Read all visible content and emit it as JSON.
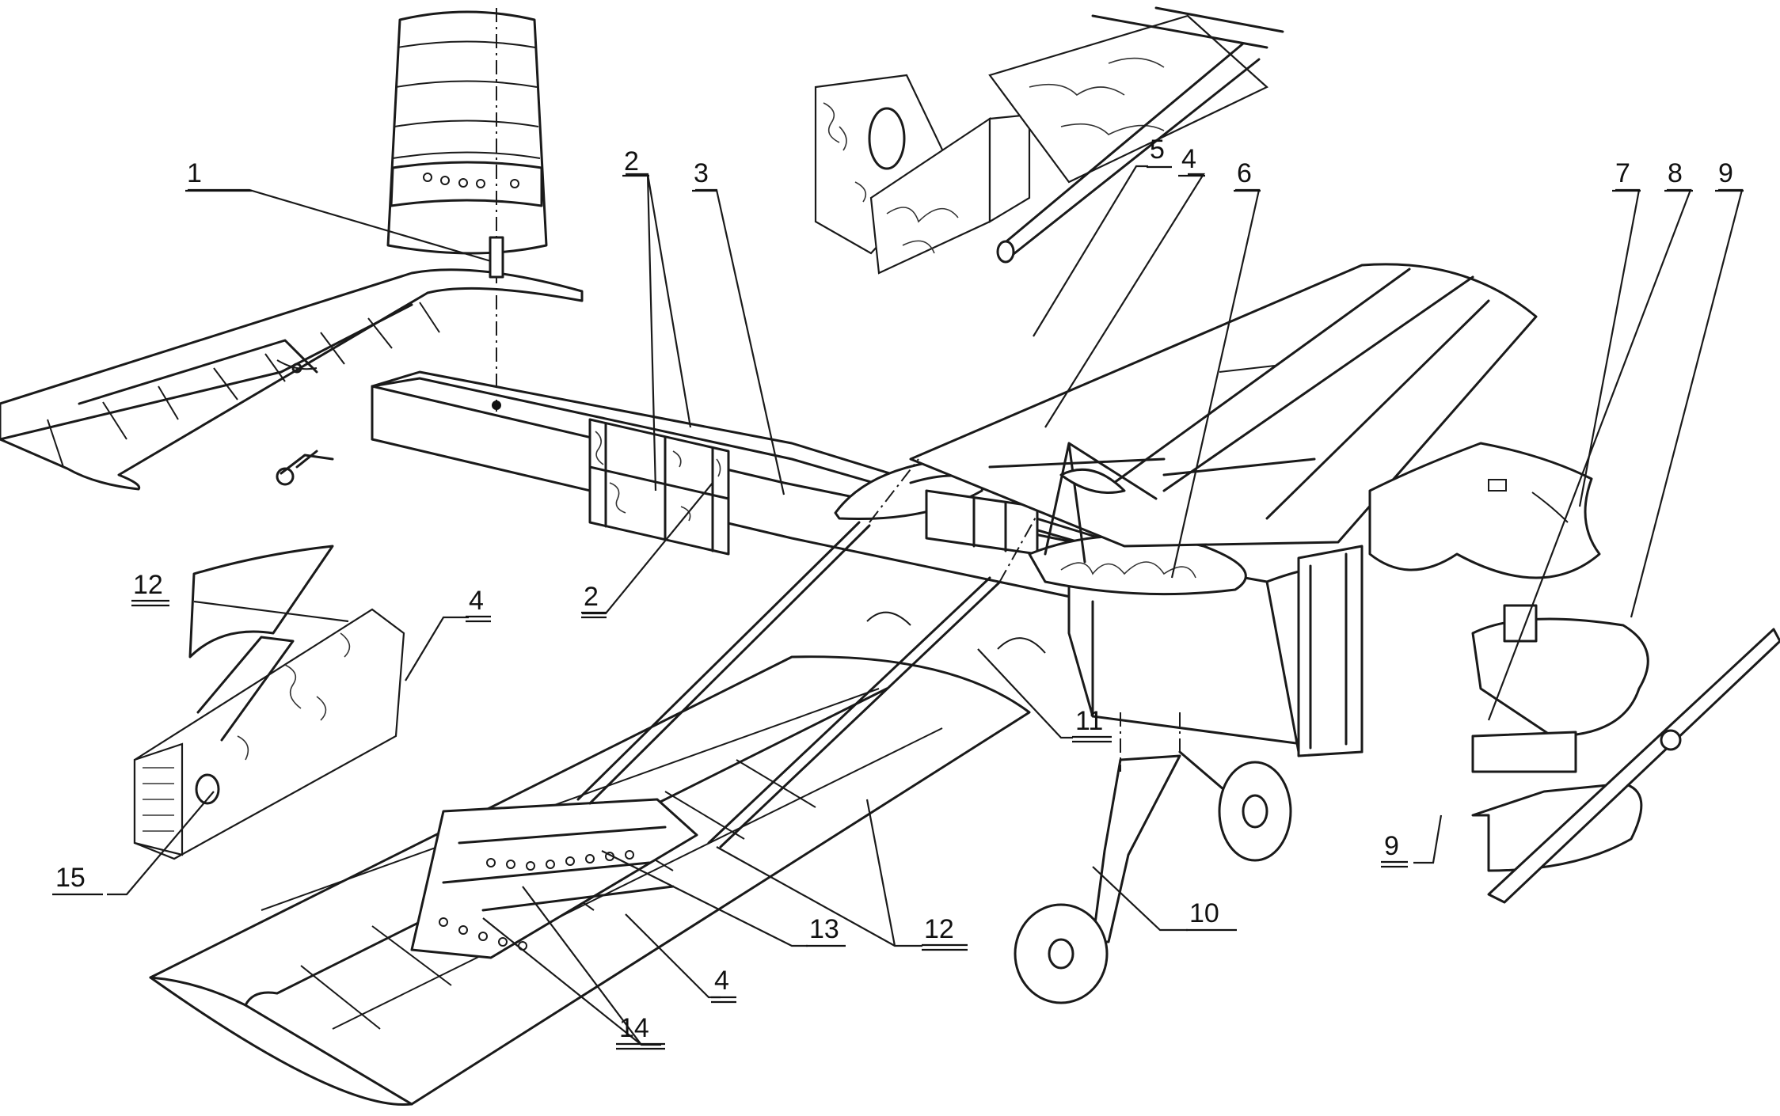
{
  "callouts": {
    "c1": "1",
    "c2_top": "2",
    "c2_bottom": "2",
    "c3": "3",
    "c4_detail": "4",
    "c4_left": "4",
    "c4_bottom": "4",
    "c5": "5",
    "c6": "6",
    "c7": "7",
    "c8": "8",
    "c9_top": "9",
    "c9_bottom": "9",
    "c10": "10",
    "c11": "11",
    "c12_left": "12",
    "c12_right": "12",
    "c13": "13",
    "c14": "14",
    "c15": "15"
  },
  "double_underlined": [
    "c2_bottom",
    "c4_bottom",
    "c9_bottom",
    "c11",
    "c12_left",
    "c12_right",
    "c14",
    "c4_left"
  ]
}
